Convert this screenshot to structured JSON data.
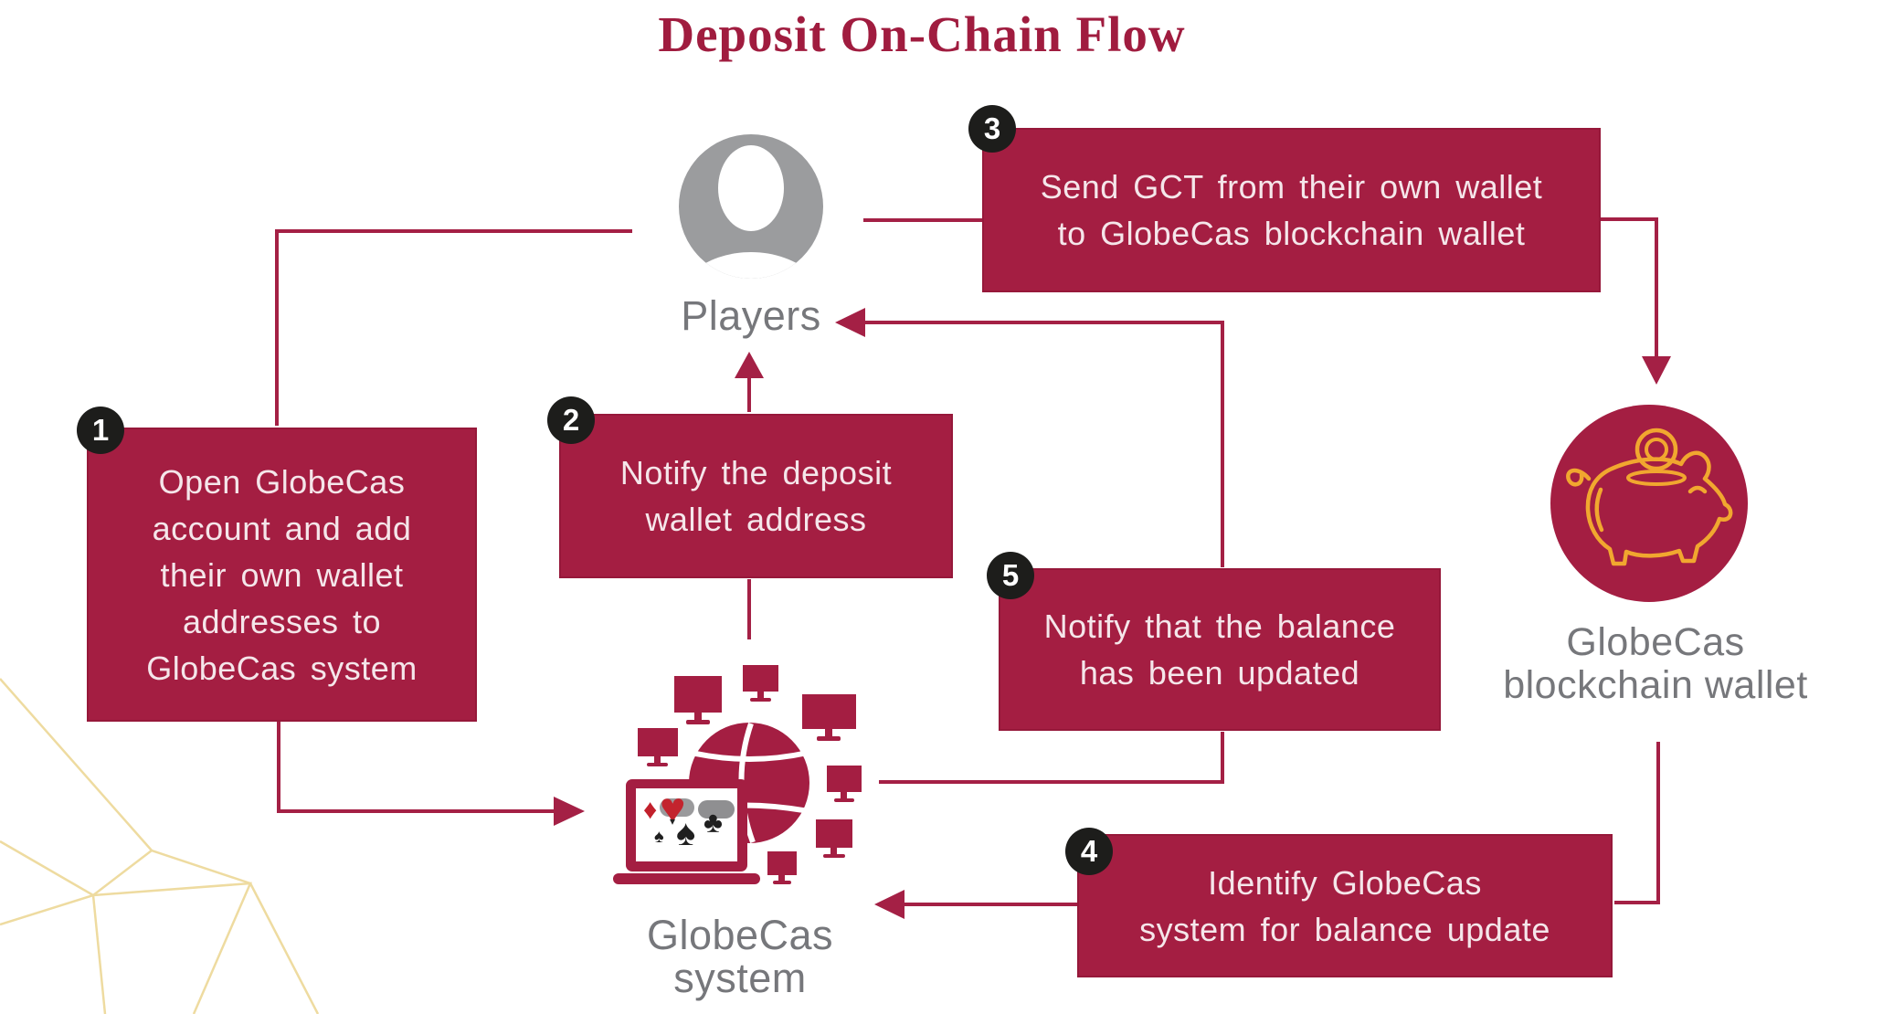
{
  "title": "Deposit On-Chain Flow",
  "nodes": {
    "players": {
      "label": "Players"
    },
    "system": {
      "lines": [
        "GlobeCas",
        "system"
      ]
    },
    "wallet": {
      "lines": [
        "GlobeCas",
        "blockchain wallet"
      ]
    }
  },
  "steps": [
    {
      "number": "1",
      "lines": [
        "Open GlobeCas",
        "account and add",
        "their own wallet",
        "addresses to",
        "GlobeCas system"
      ]
    },
    {
      "number": "2",
      "lines": [
        "Notify the deposit",
        "wallet address"
      ]
    },
    {
      "number": "3",
      "lines": [
        "Send GCT from their own wallet",
        "to GlobeCas blockchain wallet"
      ]
    },
    {
      "number": "4",
      "lines": [
        "Identify GlobeCas",
        "system for balance update"
      ]
    },
    {
      "number": "5",
      "lines": [
        "Notify that the balance",
        "has been updated"
      ]
    }
  ],
  "icons": {
    "players": "person-avatar-icon",
    "system": "globe-network-laptop-icon",
    "wallet": "piggy-bank-icon",
    "suits": [
      "diamond-suit-icon",
      "heart-suit-icon",
      "spade-suit-icon",
      "club-suit-icon"
    ]
  },
  "colors": {
    "box_crimson": "#A41E42",
    "connector_crimson": "#A42045",
    "badge_black": "#1D1D1B",
    "box_text": "#F5E6EA",
    "label_gray": "#76777B",
    "avatar_gray": "#9B9C9E",
    "piggy_gold": "#F1A72F",
    "mesh_gold": "#EEDBA0",
    "title_maroon": "#A01C3F"
  }
}
